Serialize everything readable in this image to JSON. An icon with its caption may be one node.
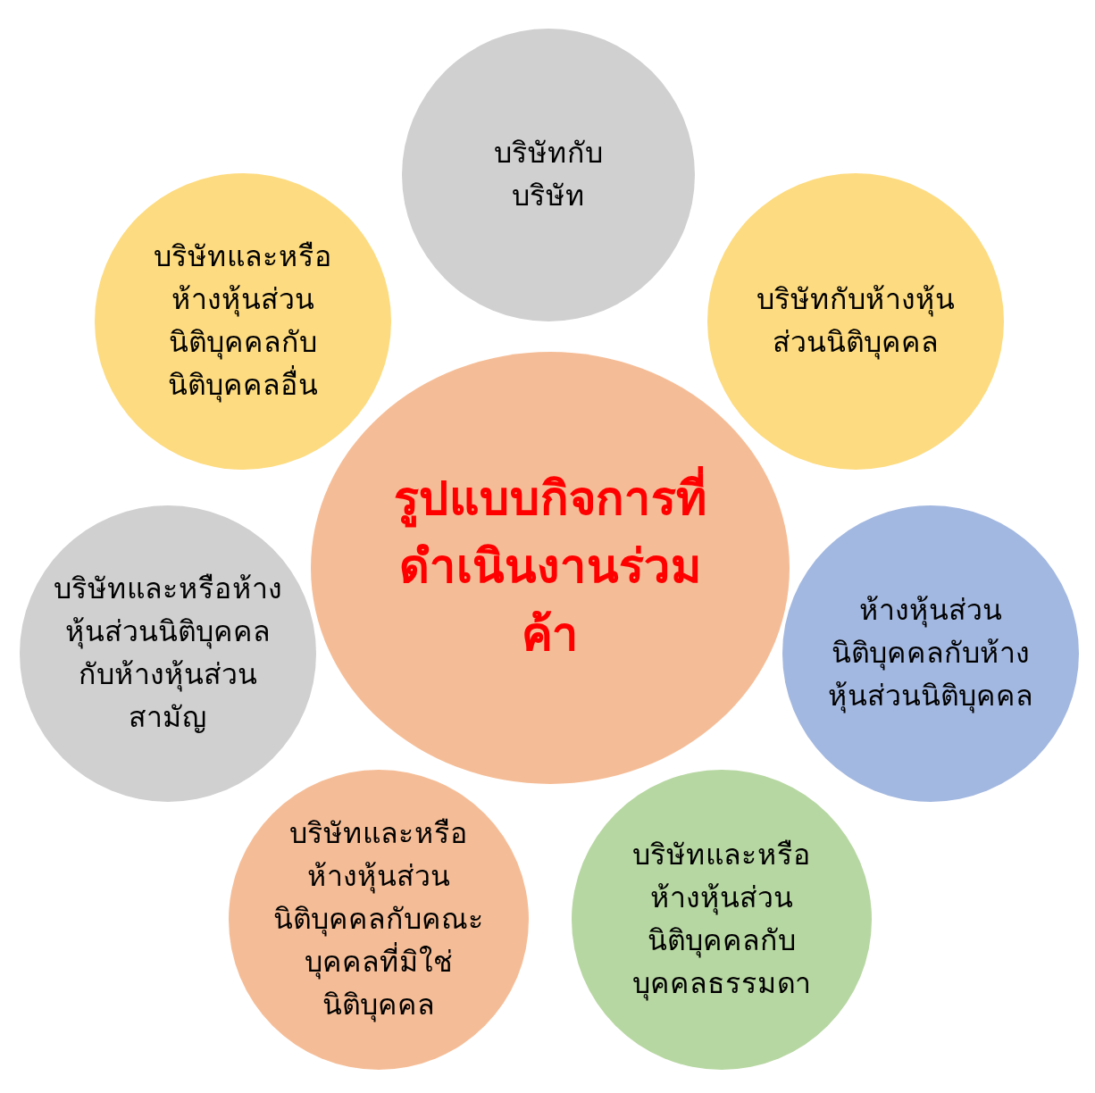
{
  "diagram": {
    "nodes": [
      {
        "text": [
          "บริษัทกับบริษัท"
        ]
      },
      {
        "text": [
          "บริษัทและหรือห้างหุ้นส่วนนิติบุคคลกับนิติบุคคลอื่น"
        ]
      },
      {
        "text": [
          "บริษัทกับห้างหุ้นส่วนนิติบุคคล"
        ]
      },
      {
        "text": [
          "รูปแบบกิจการที่ดำเนินงานร่วมค้า"
        ]
      },
      {
        "text": [
          "บริษัทและหรือห้างหุ้นส่วนนิติบุคคลกับห้างหุ้นส่วนสามัญ"
        ]
      },
      {
        "text": [
          "ห้างหุ้นส่วนนิติบุคคลกับห้างหุ้นส่วนนิติบุคคล"
        ]
      },
      {
        "text": [
          "บริษัทและหรือห้างหุ้นส่วนนิติบุคคลกับคณะบุคคลที่มิใช่นิติบุคคล"
        ]
      },
      {
        "text": [
          "บริษัทและหรือห้างหุ้นส่วนนิติบุคคลกับบุคคลธรรมดา"
        ]
      }
    ]
  }
}
